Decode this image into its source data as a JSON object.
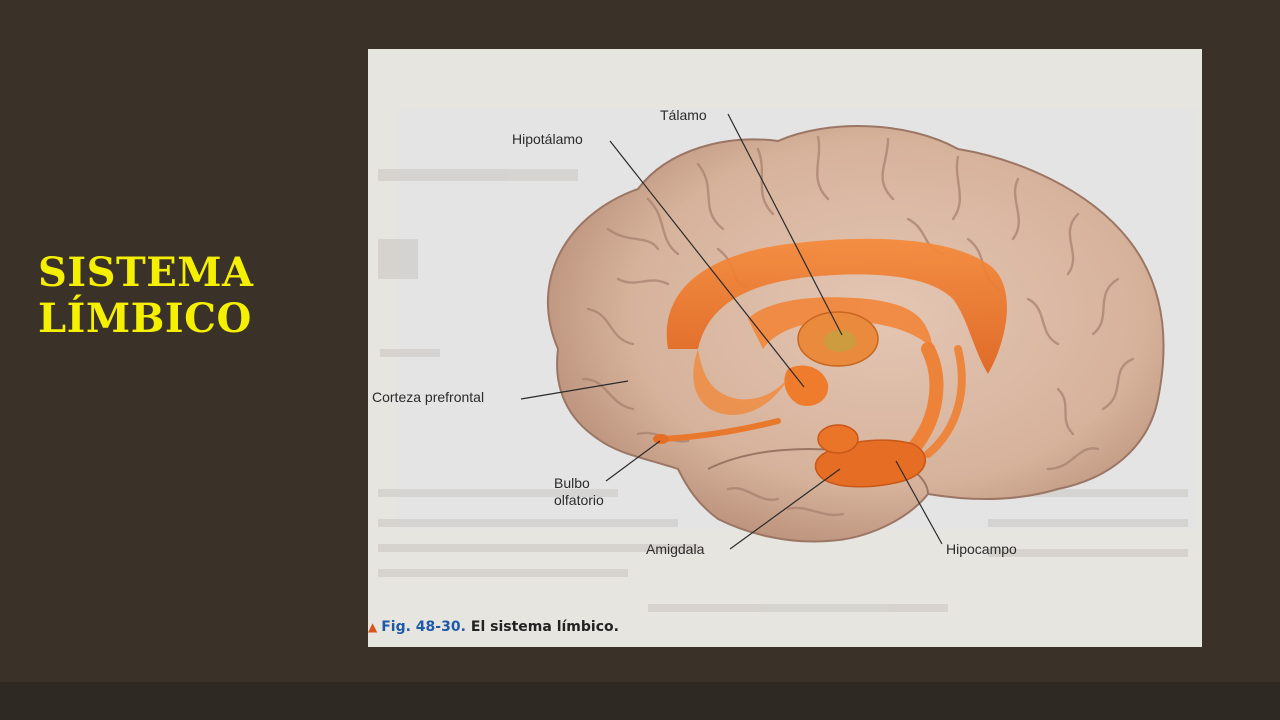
{
  "slide": {
    "title_line1": "SISTEMA",
    "title_line2": "LÍMBICO"
  },
  "figure": {
    "labels": {
      "talamo": "Tálamo",
      "hipotalamo": "Hipotálamo",
      "corteza": "Corteza prefrontal",
      "bulbo_line1": "Bulbo",
      "bulbo_line2": "olfatorio",
      "amigdala": "Amigdala",
      "hipocampo": "Hipocampo"
    },
    "caption": {
      "marker": "▲",
      "number": "Fig. 48-30.",
      "text": "El sistema límbico."
    }
  },
  "colors": {
    "background": "#3a3129",
    "title": "#f5f000",
    "brain": "#d9b8a4",
    "limbic": "#ee7d2e",
    "caption_number": "#1f5aa8"
  }
}
